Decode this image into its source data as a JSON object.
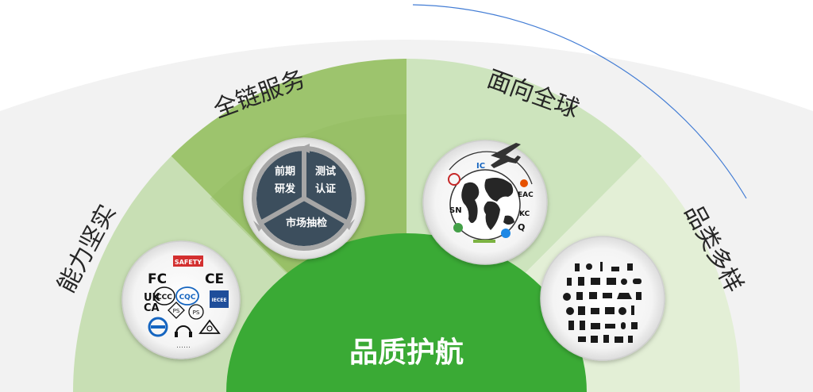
{
  "center": {
    "label": "品质护航",
    "color": "#3aaa35"
  },
  "sectors": [
    {
      "id": "capability",
      "label": "能力坚实",
      "fill": "#c8dfb4"
    },
    {
      "id": "full-chain",
      "label": "全链服务",
      "fill": "#9dc46d"
    },
    {
      "id": "global",
      "label": "面向全球",
      "fill": "#cde4bd"
    },
    {
      "id": "categories",
      "label": "品类多样",
      "fill": "#e3efd6"
    }
  ],
  "service_cycle": {
    "top_left": [
      "前期",
      "研发"
    ],
    "top_right": [
      "测试",
      "认证"
    ],
    "bottom": "市场抽检"
  },
  "certification_marks": {
    "fc": "FC",
    "ce": "CE",
    "safety": "SAFETY",
    "ccc": "CCC",
    "cqc": "CQC",
    "ukca_top": "UK",
    "ukca_bottom": "CA",
    "iecee": "IECEE",
    "pse1": "PS",
    "pse2": "PS",
    "more": "……"
  },
  "globe_marks": {
    "ic": "IC",
    "eac": "EAC",
    "sn": "SN",
    "kc": "KC",
    "rcm": "Q"
  },
  "colors": {
    "outer_ring": "#f2f2f2",
    "accent_line": "#2f6fd0",
    "cycle_ring": "#a6a6a6",
    "cycle_bg": "#3c4e5d",
    "cycle_text": "#ffffff",
    "label_text": "#262626"
  }
}
